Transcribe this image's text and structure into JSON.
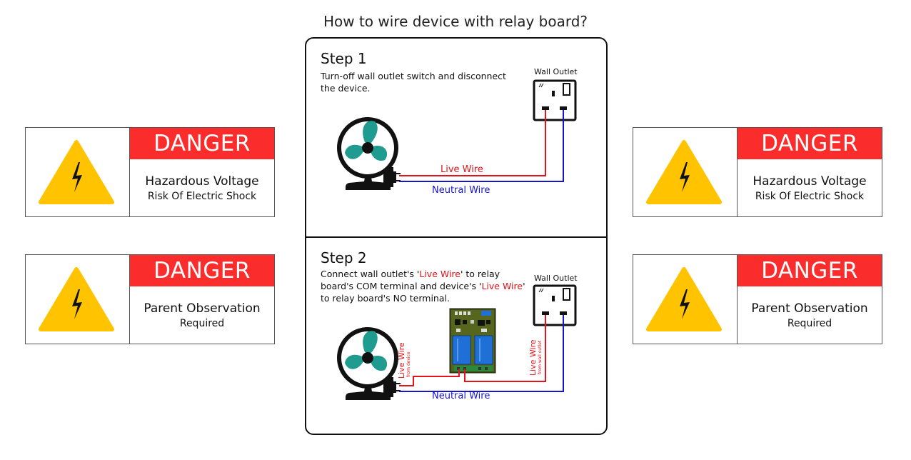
{
  "page": {
    "title": "How to wire device with relay board?"
  },
  "signs": [
    {
      "header": "DANGER",
      "line1": "Hazardous Voltage",
      "line2": "Risk Of Electric Shock"
    },
    {
      "header": "DANGER",
      "line1": "Parent Observation",
      "line2": "Required"
    },
    {
      "header": "DANGER",
      "line1": "Hazardous Voltage",
      "line2": "Risk Of Electric Shock"
    },
    {
      "header": "DANGER",
      "line1": "Parent Observation",
      "line2": "Required"
    }
  ],
  "step1": {
    "title": "Step 1",
    "text": "Turn-off wall outlet switch and disconnect the device.",
    "outlet_label": "Wall Outlet",
    "live_label": "Live Wire",
    "neutral_label": "Neutral Wire"
  },
  "step2": {
    "title": "Step 2",
    "text_part1": "Connect wall outlet's '",
    "text_live1": "Live Wire",
    "text_part2": "' to relay board's COM terminal and device's '",
    "text_live2": "Live Wire",
    "text_part3": "' to relay board's NO terminal.",
    "outlet_label": "Wall Outlet",
    "live_label_device": "Live Wire",
    "live_sub_device": "from device",
    "live_label_outlet": "Live Wire",
    "live_sub_outlet": "from wall outlet",
    "neutral_label": "Neutral Wire"
  },
  "colors": {
    "danger_red": "#fb2c2c",
    "warning_yellow": "#ffc300",
    "fan_teal": "#1f9c8f",
    "live_wire": "#e0141a",
    "neutral_wire": "#1616c8"
  }
}
